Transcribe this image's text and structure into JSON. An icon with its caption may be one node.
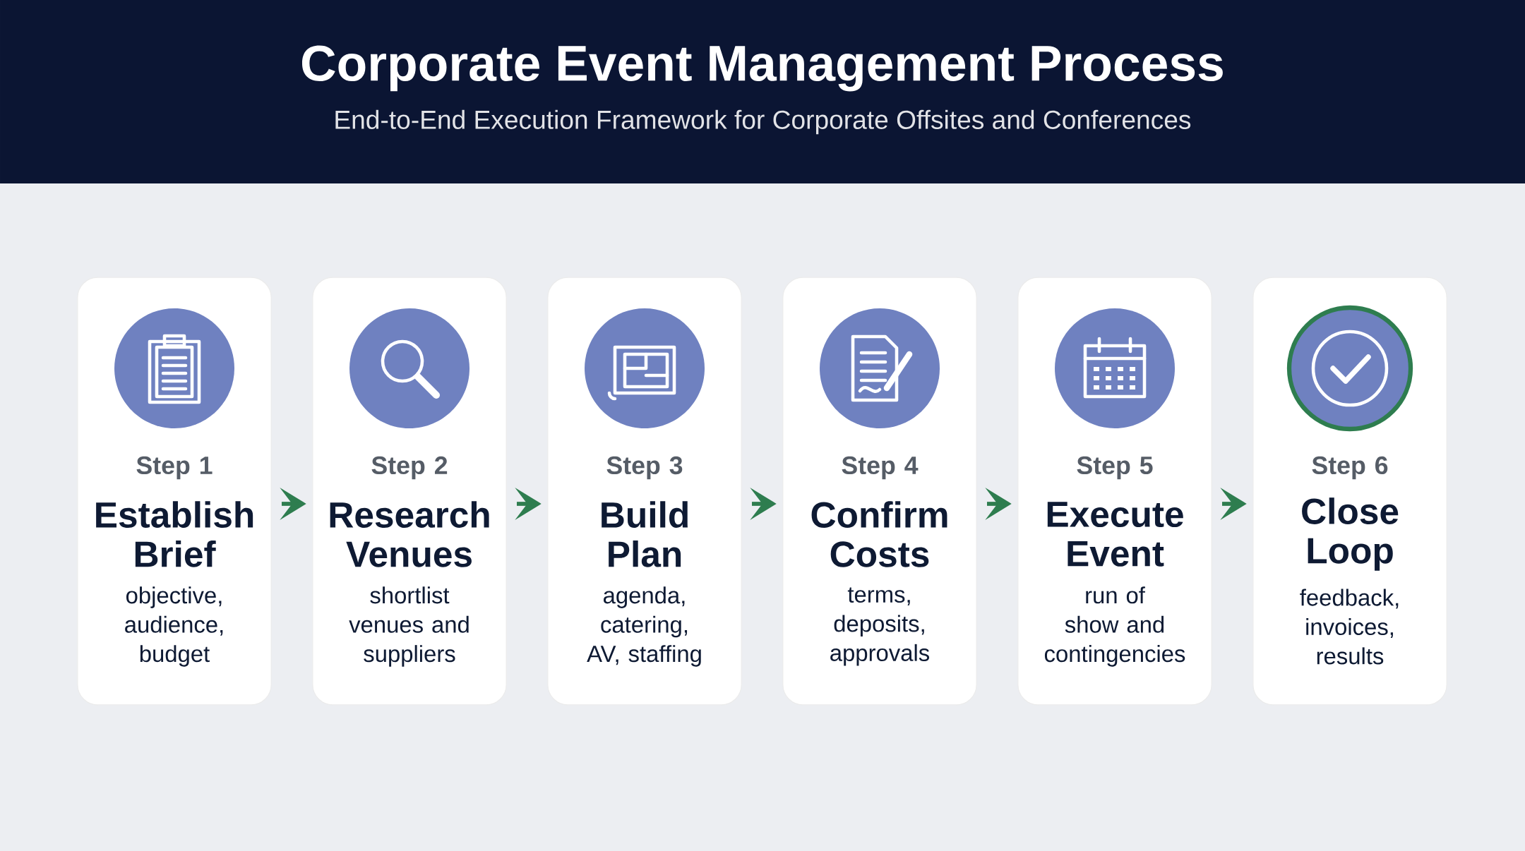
{
  "diagram": {
    "title": "Corporate Event Management Process",
    "nodes": [
      {
        "text": [
          "Step 1",
          "Establish Brief",
          "objective, audience, budget"
        ]
      },
      {
        "text": [
          "Step 2",
          "Research Venues",
          "shortlist venues and suppliers"
        ]
      },
      {
        "text": [
          "Step 3",
          "Build Plan",
          "agenda, catering, AV, staffing"
        ]
      },
      {
        "text": [
          "Step 4",
          "Confirm Costs",
          "terms, deposits, approvals"
        ]
      },
      {
        "text": [
          "Step 5",
          "Execute Event",
          "run of show and contingencies"
        ]
      },
      {
        "text": [
          "Step 6",
          "Close Loop",
          "feedback, invoices, results"
        ]
      }
    ],
    "edges": [
      {
        "from": 0,
        "to": 1,
        "arrow": "to"
      },
      {
        "from": 1,
        "to": 2,
        "arrow": "to"
      },
      {
        "from": 2,
        "to": 3,
        "arrow": "to"
      },
      {
        "from": 3,
        "to": 4,
        "arrow": "to"
      },
      {
        "from": 4,
        "to": 5,
        "arrow": "to"
      }
    ],
    "labels": [
      "End-to-End Execution Framework for Corporate Offsites and Conferences"
    ]
  }
}
